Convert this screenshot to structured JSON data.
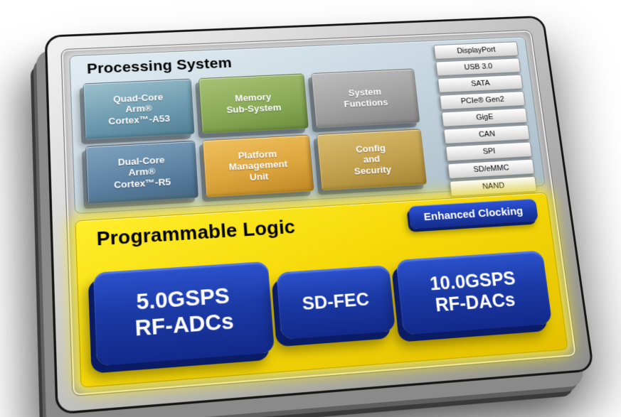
{
  "processing_system": {
    "title": "Processing System",
    "blocks": [
      {
        "id": "quad-core-a53",
        "label": "Quad-Core\nArm®\nCortex™-A53",
        "color": "#6f9cb0"
      },
      {
        "id": "memory-subsystem",
        "label": "Memory\nSub-System",
        "color": "#8bab58"
      },
      {
        "id": "system-functions",
        "label": "System\nFunctions",
        "color": "#a2a2a2"
      },
      {
        "id": "dual-core-r5",
        "label": "Dual-Core\nArm®\nCortex™-R5",
        "color": "#5e83a3"
      },
      {
        "id": "platform-management-unit",
        "label": "Platform\nManagement\nUnit",
        "color": "#dda63e"
      },
      {
        "id": "config-and-security",
        "label": "Config\nand\nSecurity",
        "color": "#c2a14e"
      }
    ],
    "io_blocks": [
      "DisplayPort",
      "USB 3.0",
      "SATA",
      "PCIe® Gen2",
      "GigE",
      "CAN",
      "SPI",
      "SD/eMMC",
      "NAND"
    ],
    "panel_color": "#c4d4de"
  },
  "programmable_logic": {
    "title": "Programmable Logic",
    "enhanced_clocking_label": "Enhanced Clocking",
    "blocks": [
      {
        "id": "rf-adcs",
        "label": "5.0GSPS\nRF-ADCs"
      },
      {
        "id": "sd-fec",
        "label": "SD-FEC"
      },
      {
        "id": "rf-dacs",
        "label": "10.0GSPS\nRF-DACs"
      }
    ],
    "panel_color": "#f6d90a",
    "block_color": "#1b3aa6"
  }
}
